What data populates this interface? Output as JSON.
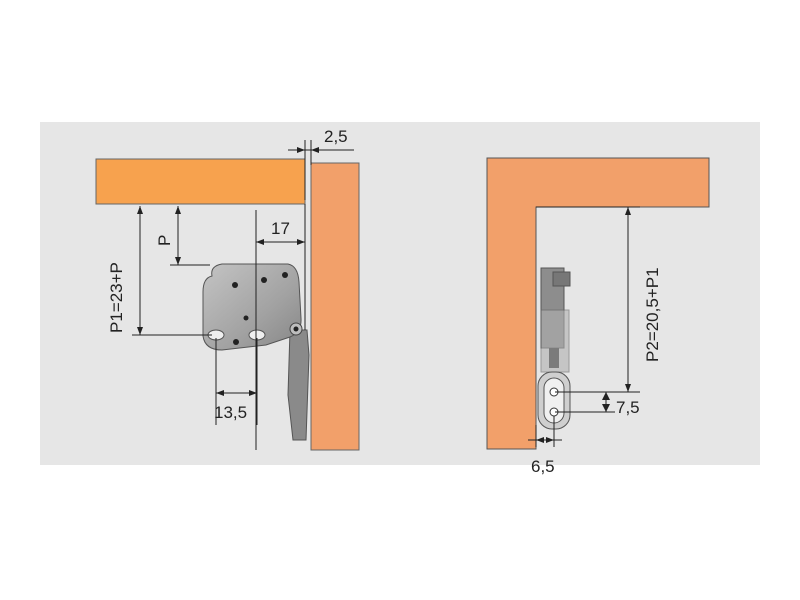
{
  "colors": {
    "panel_background": "#e6e6e6",
    "wood_light": "#f7a24e",
    "wood_dark": "#f0a06a",
    "wood_outline": "#555555",
    "hinge_metal": "#a9a9a9",
    "hinge_dark": "#7f7f7f",
    "line": "#222222"
  },
  "left_drawing": {
    "dim_gap": "2,5",
    "dim_offset": "17",
    "dim_p": "P",
    "dim_p1": "P1=23+P",
    "dim_hole_spacing": "13,5"
  },
  "right_drawing": {
    "dim_p2": "P2=20,5+P1",
    "dim_hole_height": "7,5",
    "dim_hole_offset": "6,5"
  }
}
